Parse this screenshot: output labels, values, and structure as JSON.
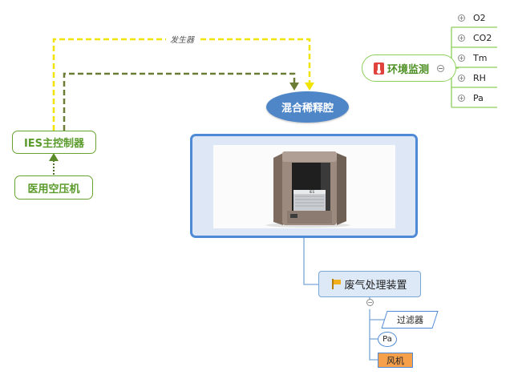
{
  "nodes": {
    "ies_controller": "IES主控制器",
    "medical_compressor": "医用空压机",
    "mixing_chamber": "混合稀释腔",
    "env_monitor": "环境监测",
    "waste_gas_device": "废气处理装置",
    "filter": "过滤器",
    "pa_sensor": "Pa",
    "fan": "风机"
  },
  "env_sensors": [
    "O2",
    "CO2",
    "Tm",
    "RH",
    "Pa"
  ],
  "connection_labels": {
    "generator": "发生器"
  },
  "device_image": {
    "icon": "chamber-device-photo",
    "front_label": "IES"
  },
  "colors": {
    "green_border": "#6aa232",
    "green_text": "#5a9a2a",
    "dashed_yellow": "#f0e400",
    "dashed_olive": "#6b7d35",
    "mix_fill": "#4e86c8",
    "frame_blue": "#4f8ad6",
    "frame_fill": "#dde7f5",
    "waste_fill": "#dde9f7",
    "fan_fill": "#f6a04c",
    "thermo_red": "#e0433b",
    "flag_yellow": "#f2b01e"
  }
}
